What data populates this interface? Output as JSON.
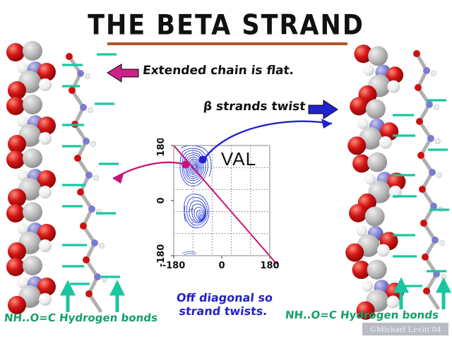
{
  "slide": {
    "title": "THE BETA STRAND",
    "background_color": "#ffffff",
    "title_rule_color": "#b5542c"
  },
  "annotations": {
    "extended_chain": {
      "text": "Extended chain is flat.",
      "arrow_direction": "left",
      "arrow_color": "#cc2288",
      "icon": "left-arrow-icon"
    },
    "strands_twist": {
      "text": "β strands twist",
      "arrow_direction": "right",
      "arrow_color": "#2222cc",
      "icon": "right-arrow-icon"
    },
    "off_diagonal": {
      "line1": "Off diagonal so",
      "line2": "strand twists.",
      "color": "#2222cc"
    },
    "hydrogen_bonds_left": {
      "text": "NH..O=C Hydrogen bonds",
      "color": "#14a06a"
    },
    "hydrogen_bonds_right": {
      "text": "NH..O=C Hydrogen bonds",
      "color": "#14a06a"
    },
    "watermark": "©Michael Levitt 04"
  },
  "molecules": {
    "cpk_left": {
      "label": "flat-extended-beta-strand-space-filling-model",
      "style": "space-filling"
    },
    "stick_left": {
      "label": "flat-extended-beta-strand-stick-model",
      "style": "ball-and-stick"
    },
    "cpk_right": {
      "label": "twisted-beta-strand-space-filling-model",
      "style": "space-filling"
    },
    "stick_right": {
      "label": "twisted-beta-strand-stick-model",
      "style": "ball-and-stick"
    },
    "atom_colors": {
      "carbon": "#b3b3b3",
      "oxygen": "#cc1111",
      "nitrogen": "#7b7bd0",
      "hydrogen": "#f2f2f2"
    },
    "hbond_color": "#19c6a0",
    "hbond_arrow_color": "#19c6a0",
    "hbond_arrow_count_left": 2,
    "hbond_arrow_count_right": 2
  },
  "chart_data": {
    "type": "contour",
    "title": "VAL",
    "xlabel": "",
    "ylabel": "",
    "xlim": [
      -180,
      180
    ],
    "ylim": [
      -180,
      180
    ],
    "xticks": [
      -180,
      0,
      180
    ],
    "yticks": [
      -180,
      0,
      180
    ],
    "xticklabels": [
      "-180",
      "0",
      "180"
    ],
    "yticklabels": [
      "-180",
      "0",
      "180"
    ],
    "grid": true,
    "grid_style": "dotted",
    "grid_divisions": 5,
    "contour_color": "#3344dd",
    "legend": "none",
    "clusters": [
      {
        "name": "beta-region",
        "center": [
          -125,
          135
        ],
        "peak_density": 1.0,
        "n_contours": 10,
        "radius_x": 55,
        "radius_y": 62
      },
      {
        "name": "alpha-helix-region",
        "center": [
          -80,
          -45
        ],
        "peak_density": 0.85,
        "n_contours": 9,
        "radius_x": 42,
        "radius_y": 52
      },
      {
        "name": "lower-edge-trace",
        "center": [
          -140,
          -178
        ],
        "peak_density": 0.1,
        "n_contours": 2,
        "radius_x": 18,
        "radius_y": 6
      }
    ],
    "markers": [
      {
        "name": "diagonal-point",
        "x": -140,
        "y": 135,
        "color": "#cc1177",
        "size": 11,
        "note": "on diagonal - flat extended chain"
      },
      {
        "name": "off-diagonal-point",
        "x": -108,
        "y": 142,
        "color": "#2222cc",
        "size": 11,
        "note": "off diagonal - twisted strand"
      }
    ],
    "reference_line": {
      "name": "diagonal",
      "from": [
        -180,
        180
      ],
      "to": [
        180,
        -180
      ],
      "color": "#cc1177",
      "note": "phi = -psi diagonal"
    }
  }
}
